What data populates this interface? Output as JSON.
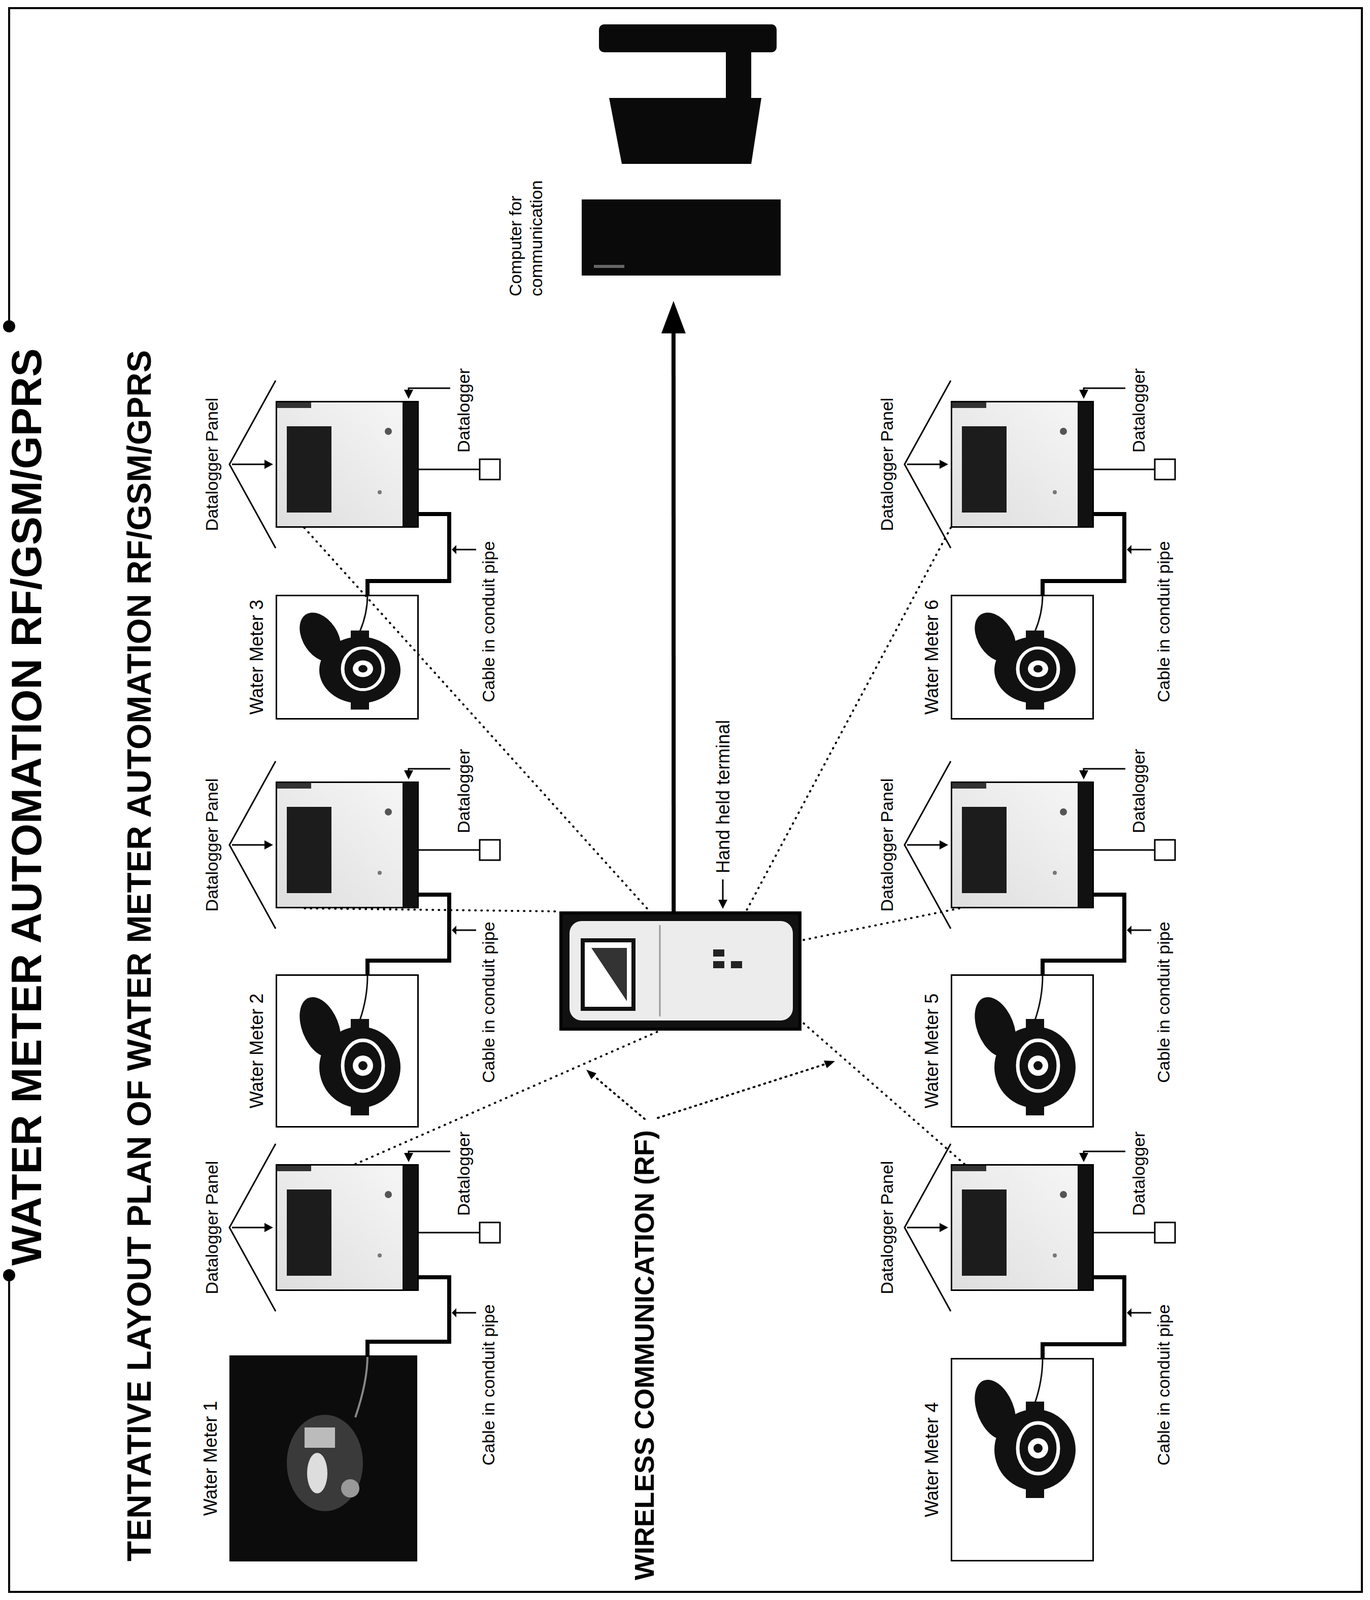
{
  "diagram": {
    "title": "WATER METER AUTOMATION RF/GSM/GPRS",
    "nodes": [
      {
        "text": [
          "Water Meter 1"
        ]
      },
      {
        "text": [
          "Datalogger Panel",
          "Datalogger"
        ]
      },
      {
        "text": [
          "Water Meter 2"
        ]
      },
      {
        "text": [
          "Datalogger Panel",
          "Datalogger"
        ]
      },
      {
        "text": [
          "Water Meter 3"
        ]
      },
      {
        "text": [
          "Datalogger Panel",
          "Datalogger"
        ]
      },
      {
        "text": [
          "Water Meter 4"
        ]
      },
      {
        "text": [
          "Datalogger Panel",
          "Datalogger"
        ]
      },
      {
        "text": [
          "Water Meter 5"
        ]
      },
      {
        "text": [
          "Datalogger Panel",
          "Datalogger"
        ]
      },
      {
        "text": [
          "Water Meter 6"
        ]
      },
      {
        "text": [
          "Datalogger Panel",
          "Datalogger"
        ]
      },
      {
        "text": [
          "Hand held terminal"
        ]
      },
      {
        "text": [
          "Computer for communication"
        ]
      }
    ],
    "edges": [
      {
        "from": 0,
        "to": 1,
        "arrow": "none"
      },
      {
        "from": 2,
        "to": 3,
        "arrow": "none"
      },
      {
        "from": 4,
        "to": 5,
        "arrow": "none"
      },
      {
        "from": 6,
        "to": 7,
        "arrow": "none"
      },
      {
        "from": 8,
        "to": 9,
        "arrow": "none"
      },
      {
        "from": 10,
        "to": 11,
        "arrow": "none"
      },
      {
        "from": 1,
        "to": 12,
        "arrow": "none"
      },
      {
        "from": 3,
        "to": 12,
        "arrow": "none"
      },
      {
        "from": 5,
        "to": 12,
        "arrow": "none"
      },
      {
        "from": 7,
        "to": 12,
        "arrow": "none"
      },
      {
        "from": 9,
        "to": 12,
        "arrow": "none"
      },
      {
        "from": 11,
        "to": 12,
        "arrow": "none"
      },
      {
        "from": 12,
        "to": 13,
        "arrow": "to"
      }
    ],
    "labels": [
      "TENTATIVE LAYOUT PLAN OF WATER METER AUTOMATION RF/GSM/GPRS",
      "Cable in conduit pipe",
      "Cable in conduit pipe",
      "Cable in conduit pipe",
      "Cable in conduit pipe",
      "Cable in conduit pipe",
      "Cable in conduit pipe",
      "WIRELESS COMMUNICATION (RF)"
    ]
  }
}
